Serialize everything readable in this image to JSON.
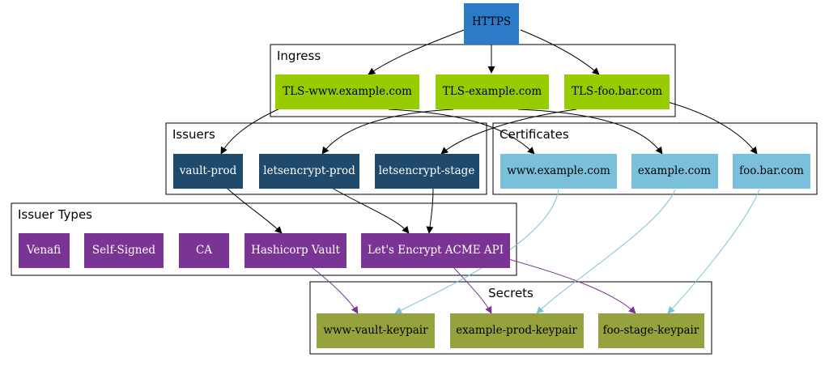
{
  "colors": {
    "https": "#2c7bc9",
    "ingress": "#99cc00",
    "issuer": "#204a6b",
    "issuer_type": "#7a3494",
    "certificate": "#7bc0db",
    "secret": "#96a23e",
    "edge_default": "#000000",
    "edge_issuer_type": "#7a3494",
    "edge_certificate": "#7bc0db"
  },
  "clusters": {
    "ingress": "Ingress",
    "issuers": "Issuers",
    "certificates": "Certificates",
    "issuer_types": "Issuer Types",
    "secrets": "Secrets"
  },
  "nodes": {
    "https": "HTTPS",
    "tls_www": "TLS-www.example.com",
    "tls_example": "TLS-example.com",
    "tls_foo": "TLS-foo.bar.com",
    "vault_prod": "vault-prod",
    "le_prod": "letsencrypt-prod",
    "le_stage": "letsencrypt-stage",
    "cert_www": "www.example.com",
    "cert_example": "example.com",
    "cert_foo": "foo.bar.com",
    "venafi": "Venafi",
    "self_signed": "Self-Signed",
    "ca": "CA",
    "hashicorp": "Hashicorp Vault",
    "acme": "Let's Encrypt ACME API",
    "sec_www": "www-vault-keypair",
    "sec_example": "example-prod-keypair",
    "sec_foo": "foo-stage-keypair"
  }
}
